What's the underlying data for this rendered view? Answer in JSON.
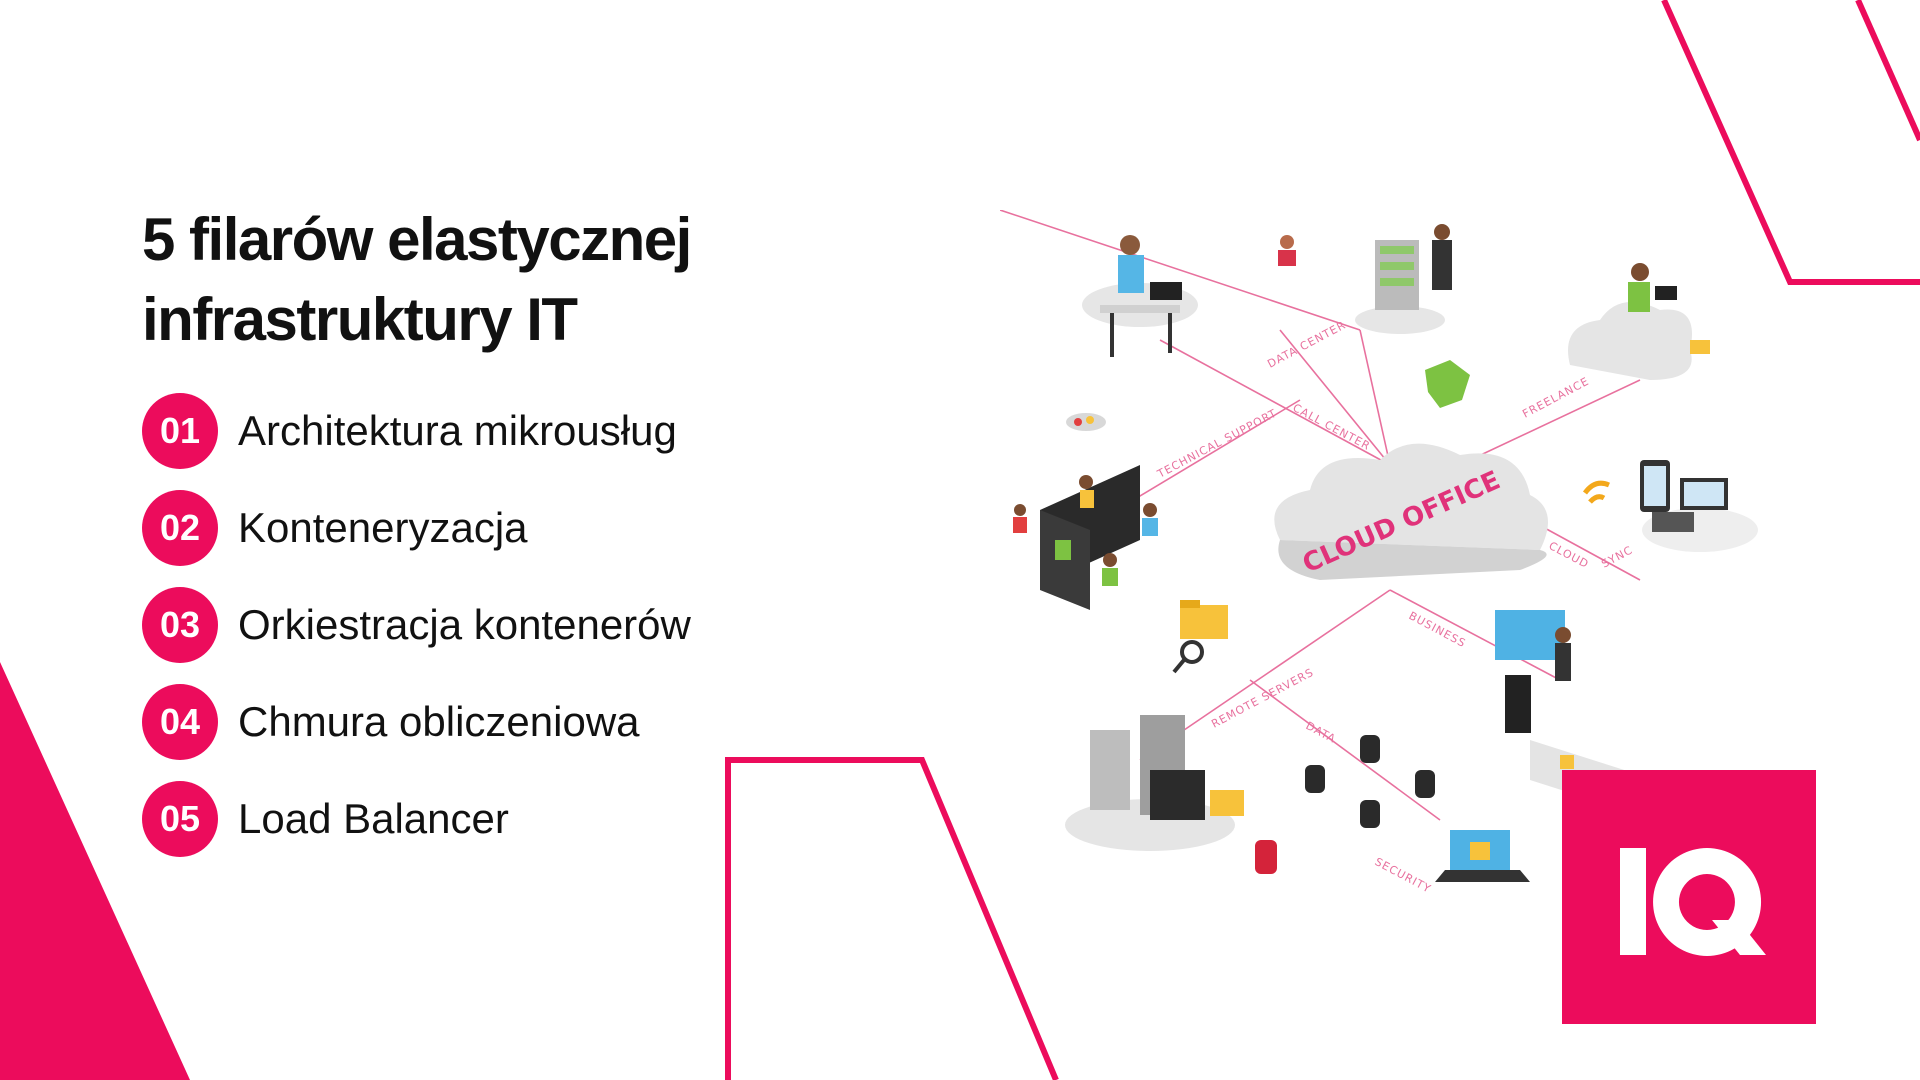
{
  "title": {
    "line1": "5 filarów elastycznej",
    "line2": "infrastruktury IT"
  },
  "pillars": [
    {
      "number": "01",
      "label": "Architektura mikrousług"
    },
    {
      "number": "02",
      "label": "Konteneryzacja"
    },
    {
      "number": "03",
      "label": "Orkiestracja kontenerów"
    },
    {
      "number": "04",
      "label": "Chmura obliczeniowa"
    },
    {
      "number": "05",
      "label": "Load Balancer"
    }
  ],
  "illustration": {
    "center_label": "CLOUD OFFICE",
    "links": {
      "data_center": "DATA CENTER",
      "call_center": "CALL CENTER",
      "technical_support": "TECHNICAL SUPPORT",
      "freelance": "FREELANCE",
      "cloud": "CLOUD",
      "sync": "SYNC",
      "business": "BUSINESS",
      "remote_servers": "REMOTE SERVERS",
      "data": "DATA",
      "security": "SECURITY"
    }
  },
  "logo": {
    "text": "IQ"
  },
  "colors": {
    "accent": "#ec0c5c",
    "text": "#111111",
    "background": "#ffffff"
  }
}
